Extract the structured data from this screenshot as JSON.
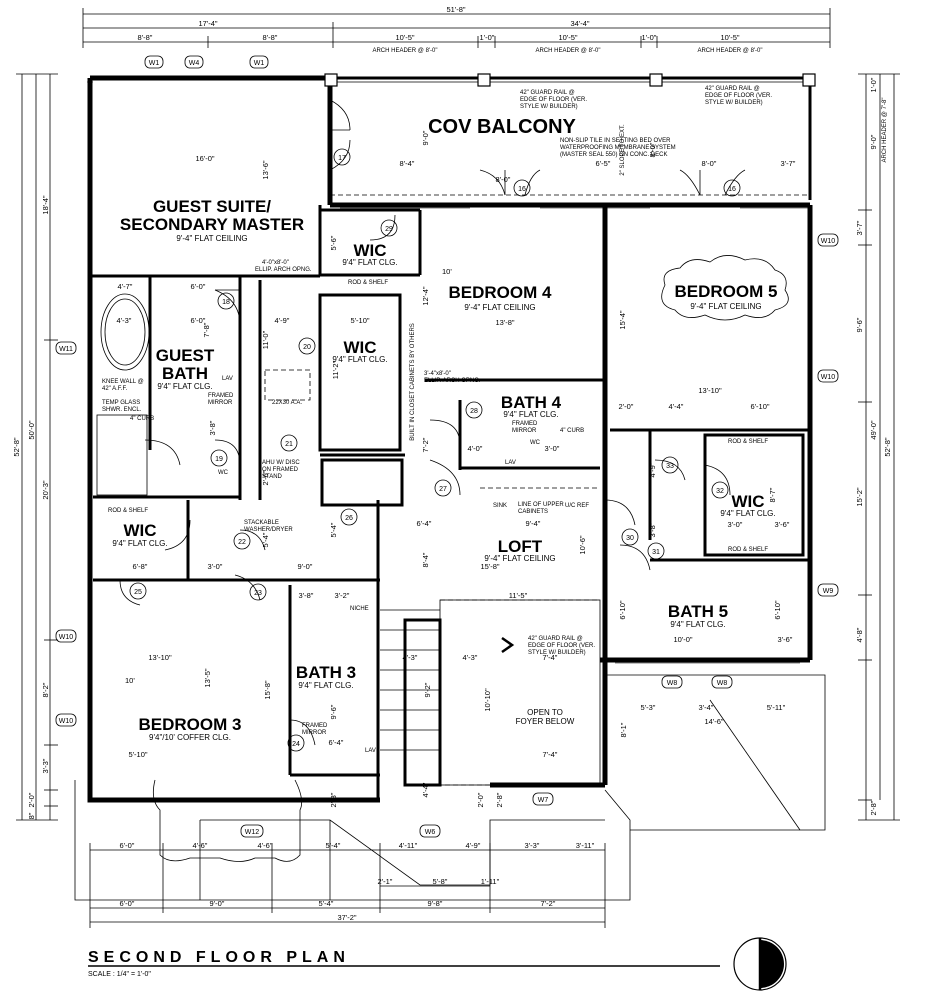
{
  "title": "SECOND FLOOR PLAN",
  "scale": "SCALE : 1/4\" = 1'-0\"",
  "rooms": {
    "cov_balcony": {
      "name": "COV BALCONY",
      "note": [
        "NON-SLIP TILE IN SETTING BED OVER",
        "WATERPROOFING MEMBRANE SYSTEM",
        "(MASTER SEAL 550) ON CONC. DECK"
      ]
    },
    "guest_suite": {
      "name1": "GUEST SUITE/",
      "name2": "SECONDARY MASTER",
      "ceiling": "9'-4\" FLAT CEILING"
    },
    "wic_top": {
      "name": "WIC",
      "ceiling": "9'4\" FLAT CLG."
    },
    "bedroom4": {
      "name": "BEDROOM 4",
      "ceiling": "9'-4\" FLAT CEILING"
    },
    "bedroom5": {
      "name": "BEDROOM 5",
      "ceiling": "9'-4\" FLAT CEILING"
    },
    "guest_bath": {
      "name1": "GUEST",
      "name2": "BATH",
      "ceiling": "9'4\" FLAT CLG."
    },
    "wic_mid": {
      "name": "WIC",
      "ceiling": "9'4\" FLAT CLG."
    },
    "bath4": {
      "name": "BATH 4",
      "ceiling": "9'4\" FLAT CLG."
    },
    "wic_right": {
      "name": "WIC",
      "ceiling": "9'4\" FLAT CLG."
    },
    "wic_left": {
      "name": "WIC",
      "ceiling": "9'4\" FLAT CLG."
    },
    "loft": {
      "name": "LOFT",
      "ceiling": "9'-4\" FLAT CEILING"
    },
    "bath5": {
      "name": "BATH 5",
      "ceiling": "9'4\" FLAT CLG."
    },
    "bath3": {
      "name": "BATH 3",
      "ceiling": "9'4\" FLAT CLG."
    },
    "bedroom3": {
      "name": "BEDROOM 3",
      "ceiling": "9'4\"/10' COFFER CLG."
    }
  },
  "notes": {
    "guard_rail_1": [
      "42\" GUARD RAIL @",
      "EDGE OF FLOOR (VER.",
      "STYLE W/ BUILDER)"
    ],
    "guard_rail_2": [
      "42\" GUARD RAIL @",
      "EDGE OF FLOOR (VER.",
      "STYLE W/ BUILDER)"
    ],
    "guard_rail_3": [
      "42\" GUARD RAIL @",
      "EDGE OF FLOOR (VER.",
      "STYLE W/ BUILDER)"
    ],
    "slope": "2\" SLOPE TO EXT.",
    "open_foyer": [
      "OPEN TO",
      "FOYER BELOW"
    ],
    "arch_header": "ARCH HEADER @ 8'-0\"",
    "arch_header_side": "ARCH HEADER @ 7'-8\"",
    "knee_wall": [
      "KNEE WALL @",
      "42\" A.F.F."
    ],
    "temp_glass": [
      "TEMP GLASS",
      "SHWR. ENCL."
    ],
    "framed_mirror": [
      "FRAMED",
      "MIRROR"
    ],
    "rod_shelf": "ROD & SHELF",
    "ellip_arch": [
      "4'-0\"x8'-0\"",
      "ELLIP. ARCH OPNG."
    ],
    "ellip_arch2": [
      "3'-4\"x8'-0\"",
      "ELLIP. ARCH OPNG."
    ],
    "attic": "22X30 A.A.",
    "ahu": [
      "AHU W/ DISC",
      "ON FRAMED",
      "STAND"
    ],
    "washer": [
      "STACKABLE",
      "WASHER/DRYER"
    ],
    "built_in": "BUILT IN CLOSET CABINETS BY OTHERS",
    "upper_cab": [
      "LINE OF UPPER",
      "CABINETS"
    ],
    "sink": "SINK",
    "ref": "U/C REF",
    "curb": "4\" CURB",
    "niche": "NICHE",
    "lav": "LAV",
    "wc": "WC"
  },
  "dims": {
    "overall_top": "51'-8\"",
    "top_left": "17'-4\"",
    "top_right": "34'-4\"",
    "t1": "8'-8\"",
    "t2": "8'-8\"",
    "t3": "10'-5\"",
    "t4": "1'-0\"",
    "t5": "10'-5\"",
    "t6": "1'-0\"",
    "t7": "10'-5\"",
    "bottom_overall": "37'-2\"",
    "b1": "6'-0\"",
    "b2": "9'-0\"",
    "b3": "5'-4\"",
    "b4": "9'-8\"",
    "b5": "7'-2\"",
    "b6": "6'-0\"",
    "b7": "4'-6\"",
    "b8": "4'-6\"",
    "b9": "5'-4\"",
    "b10": "4'-11\"",
    "b11": "4'-9\"",
    "b12": "3'-3\"",
    "b13": "3'-11\"",
    "b14": "2'-1\"",
    "b15": "5'-8\"",
    "b16": "1'-11\"",
    "left_overall": "52'-8\"",
    "left_a": "18'-4\"",
    "left_b": "50'-0\"",
    "left_c": "20'-3\"",
    "left_d": "8'-2\"",
    "left_e": "3'-3\"",
    "left_f": "2'-0\"",
    "left_g": "8\"",
    "right_overall": "52'-8\"",
    "right_a": "9'-0\"",
    "right_b": "1'-0\"",
    "right_c": "3'-7\"",
    "right_d": "9'-6\"",
    "right_e": "49'-0\"",
    "right_f": "15'-2\"",
    "right_g": "4'-8\"",
    "right_h": "2'-8\"",
    "i_16": "16'-0\"",
    "i_13_6": "13'-6\"",
    "i_8_4": "8'-4\"",
    "i_6_5": "6'-5\"",
    "i_8_0a": "8'-0\"",
    "i_8_0b": "8'-0\"",
    "i_3_7": "3'-7\"",
    "i_9_0": "9'-0\"",
    "i_8_0c": "8'-0\"",
    "i_5_6": "5'-6\"",
    "i_12_4": "12'-4\"",
    "i_13_8": "13'-8\"",
    "i_15_4": "15'-4\"",
    "i_13_10": "13'-10\"",
    "i_4_7": "4'-7\"",
    "i_6_0": "6'-0\"",
    "i_4_3": "4'-3\"",
    "i_6_0b": "6'-0\"",
    "i_4_9": "4'-9\"",
    "i_5_10": "5'-10\"",
    "i_11_0": "11'-0\"",
    "i_11_2": "11'-2\"",
    "i_2_0": "2'-0\"",
    "i_4_4": "4'-4\"",
    "i_6_10": "6'-10\"",
    "i_7_2": "7'-2\"",
    "i_4_0": "4'-0\"",
    "i_3_0": "3'-0\"",
    "i_6_4": "6'-4\"",
    "i_9_4": "9'-4\"",
    "i_10_6": "10'-6\"",
    "i_15_8": "15'-8\"",
    "i_8_4b": "8'-4\"",
    "i_11_5": "11'-5\"",
    "i_6_8": "6'-8\"",
    "i_3_0b": "3'-0\"",
    "i_9_0b": "9'-0\"",
    "i_5_4": "5'-4\"",
    "i_13_10b": "13'-10\"",
    "i_13_5": "13'-5\"",
    "i_15_8b": "15'-8\"",
    "i_5_10b": "5'-10\"",
    "i_4_3b": "4'-3\"",
    "i_7_4": "7'-4\"",
    "i_7_4b": "7'-4\"",
    "i_10_10": "10'-10\"",
    "i_9_2": "9'-2\"",
    "i_10_0": "10'-0\"",
    "i_6_10b": "6'-10\"",
    "i_3_6": "3'-6\"",
    "i_6_10c": "6'-10\"",
    "i_5_3": "5'-3\"",
    "i_3_4": "3'-4\"",
    "i_5_11": "5'-11\"",
    "i_14_6": "14'-6\"",
    "i_8_1": "8'-1\"",
    "i_8_7": "8'-7\"",
    "i_3_0c": "3'-0\"",
    "i_3_6b": "3'-6\"",
    "i_4_9b": "4'-9\"",
    "i_3_8": "3'-8\"",
    "i_2_8": "2'-8\"",
    "i_5_4b": "5'-4\"",
    "i_2_6": "2'-6\"",
    "i_6_4b": "6'-4\"",
    "i_9_6": "9'-6\"",
    "i_3_8b": "3'-8\"",
    "i_3_2": "3'-2\"",
    "i_3_8c": "3'-8\"",
    "i_4_4b": "4'-4\"",
    "i_2_0b": "2'-0\"",
    "i_9_4b": "9'-4\"",
    "i_7_8": "7'-8\"",
    "i_2_8b": "2'-8\"",
    "i_4_3c": "4'-3\"",
    "i_10ft": "10'"
  },
  "doors": [
    "16",
    "16",
    "17",
    "18",
    "19",
    "20",
    "21",
    "22",
    "23",
    "24",
    "25",
    "26",
    "27",
    "28",
    "29",
    "30",
    "31",
    "32",
    "33"
  ],
  "windows": [
    "W1",
    "W4",
    "W1",
    "W11",
    "W10",
    "W10",
    "W10",
    "W10",
    "W9",
    "W8",
    "W8",
    "W7",
    "W6",
    "W12"
  ]
}
